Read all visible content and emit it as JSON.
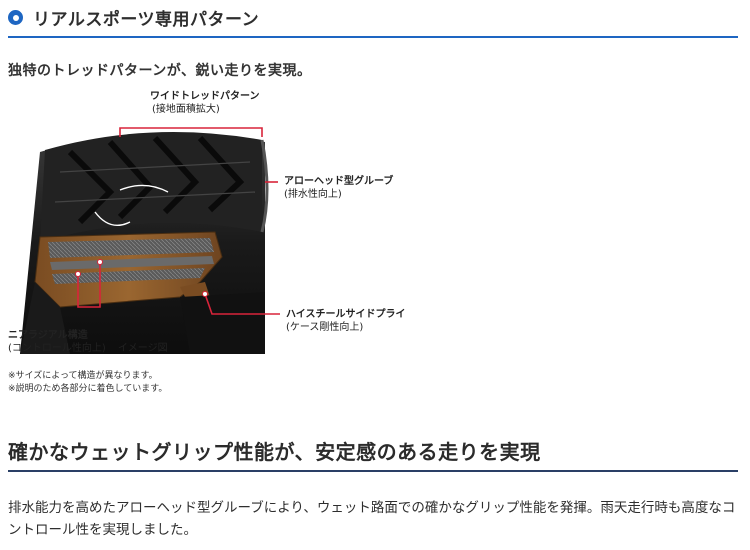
{
  "section1": {
    "title": "リアルスポーツ専用パターン",
    "lead": "独特のトレッドパターンが、鋭い走りを実現。"
  },
  "figure": {
    "callouts": {
      "wide_tread": {
        "main": "ワイドトレッドパターン",
        "sub": "(接地面積拡大)"
      },
      "arrow_groove": {
        "main": "アローヘッド型グルーブ",
        "sub": "(排水性向上)"
      },
      "side_ply": {
        "main": "ハイスチールサイドプライ",
        "sub": "(ケース剛性向上)"
      },
      "radial": {
        "main": "ニアラジアル構造",
        "sub": "(コントロール性向上)",
        "caption": "イメージ図"
      }
    },
    "notes": [
      "※サイズによって構造が異なります。",
      "※説明のため各部分に着色しています。"
    ],
    "colors": {
      "tire": "#1a1a1a",
      "ply_brown": "#8a5a2a",
      "callout_line": "#d9243a"
    }
  },
  "section2": {
    "title": "確かなウェットグリップ性能が、安定感のある走りを実現",
    "body": "排水能力を高めたアローヘッド型グルーブにより、ウェット路面での確かなグリップ性能を発揮。雨天走行時も高度なコントロール性を実現しました。"
  },
  "colors": {
    "accent_blue": "#1e66c2",
    "rule_dark": "#2a3f66"
  }
}
